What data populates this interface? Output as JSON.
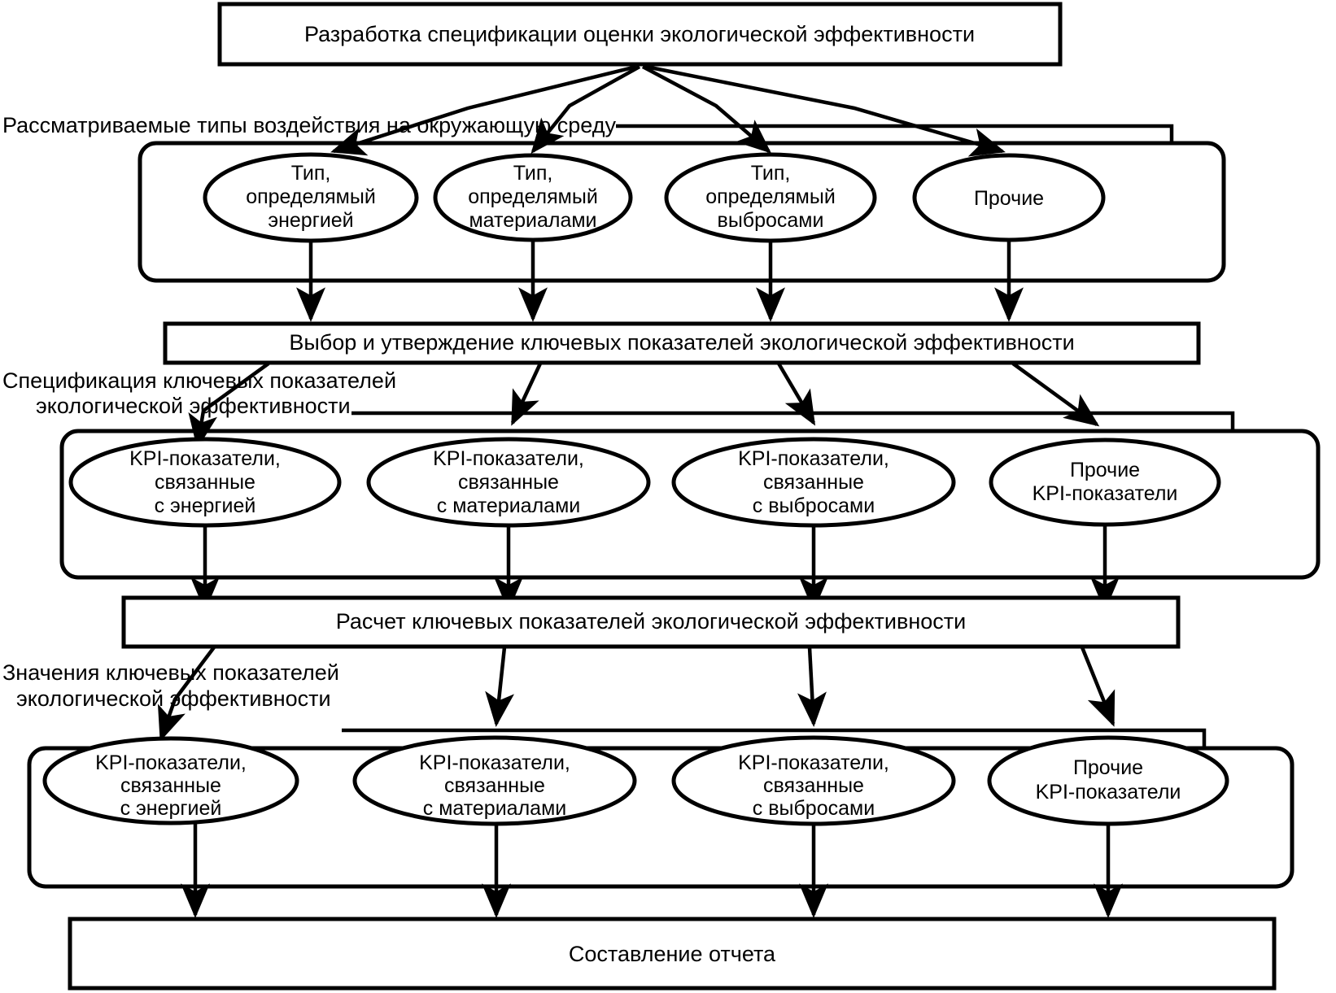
{
  "diagram": {
    "title_box": {
      "label": "Разработка спецификации оценки экологической эффективности"
    },
    "stage_boxes": {
      "select_kpi": "Выбор и утверждение ключевых показателей экологической эффективности",
      "calculate_kpi": "Расчет ключевых показателей экологической эффективности",
      "report": "Составление отчета"
    },
    "group_labels": {
      "impact_types": {
        "line1": "Рассматриваемые типы воздействия на окружающую среду"
      },
      "kpi_spec": {
        "line1": "Спецификация ключевых показателей",
        "line2": "экологической эффективности"
      },
      "kpi_values": {
        "line1": "Значения ключевых показателей",
        "line2": "экологической эффективности"
      }
    },
    "impact_types": [
      {
        "line1": "Тип,",
        "line2": "определямый",
        "line3": "энергией"
      },
      {
        "line1": "Тип,",
        "line2": "определямый",
        "line3": "материалами"
      },
      {
        "line1": "Тип,",
        "line2": "определямый",
        "line3": "выбросами"
      },
      {
        "line1": "Прочие",
        "line2": "",
        "line3": ""
      }
    ],
    "kpi_spec_nodes": [
      {
        "line1": "KPI-показатели,",
        "line2": "связанные",
        "line3": "с энергией"
      },
      {
        "line1": "KPI-показатели,",
        "line2": "связанные",
        "line3": "с материалами"
      },
      {
        "line1": "KPI-показатели,",
        "line2": "связанные",
        "line3": "с выбросами"
      },
      {
        "line1": "Прочие",
        "line2": "KPI-показатели",
        "line3": ""
      }
    ],
    "kpi_value_nodes": [
      {
        "line1": "KPI-показатели,",
        "line2": "связанные",
        "line3": "с энергией"
      },
      {
        "line1": "KPI-показатели,",
        "line2": "связанные",
        "line3": "с материалами"
      },
      {
        "line1": "KPI-показатели,",
        "line2": "связанные",
        "line3": "с выбросами"
      },
      {
        "line1": "Прочие",
        "line2": "KPI-показатели",
        "line3": ""
      }
    ],
    "colors": {
      "stroke": "#000000",
      "fill": "#ffffff",
      "background": "#ffffff"
    }
  }
}
